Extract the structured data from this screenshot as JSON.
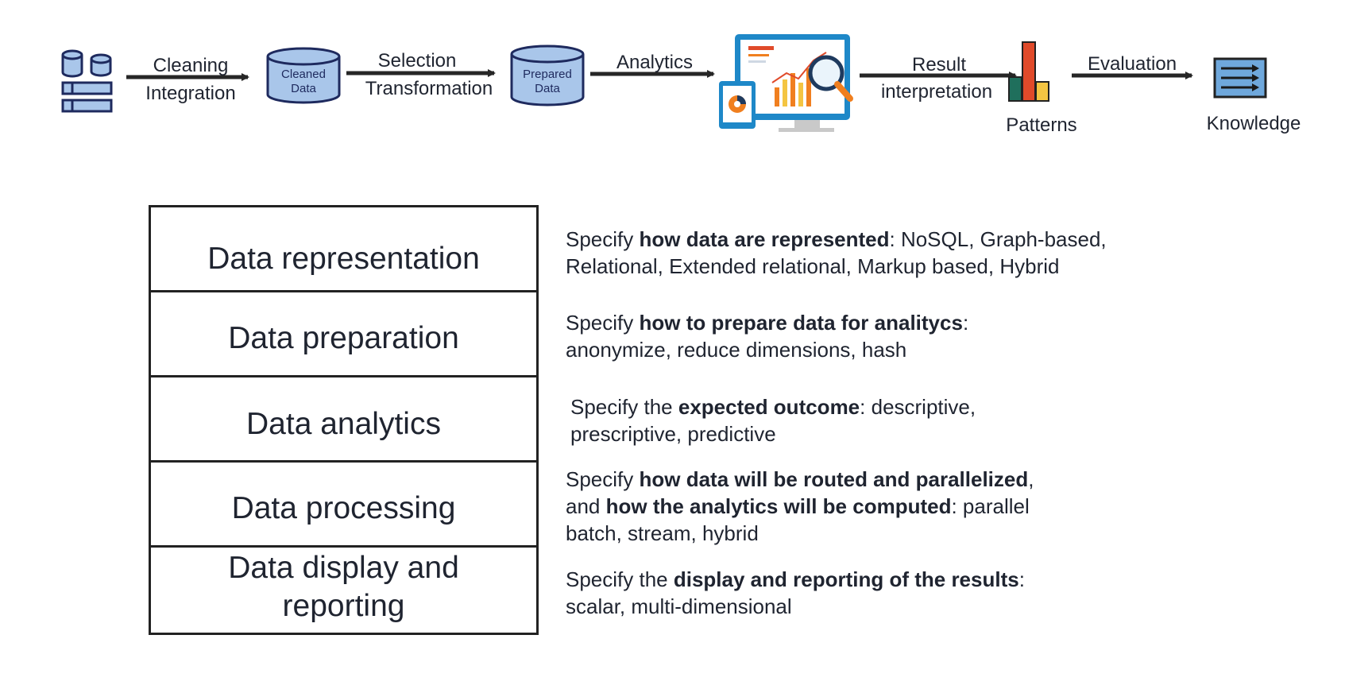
{
  "pipeline": {
    "steps": [
      {
        "label_top": "Cleaning",
        "label_bottom": "Integration"
      },
      {
        "label_top": "Selection",
        "label_bottom": "Transformation"
      },
      {
        "label_top": "Analytics",
        "label_bottom": ""
      },
      {
        "label_top": "Result",
        "label_bottom": "interpretation"
      },
      {
        "label_top": "Evaluation",
        "label_bottom": ""
      }
    ],
    "cleaned_db_text": [
      "Cleaned",
      "Data"
    ],
    "prepared_db_text": [
      "Prepared",
      "Data"
    ],
    "patterns_label": "Patterns",
    "knowledge_label": "Knowledge"
  },
  "layers": [
    {
      "name": "Data representation",
      "desc": [
        {
          "t": "Specify ",
          "b": false
        },
        {
          "t": "how data are represented",
          "b": true
        },
        {
          "t": ": NoSQL, Graph-based,",
          "b": false
        },
        {
          "br": true
        },
        {
          "t": "Relational, Extended relational, Markup based, Hybrid",
          "b": false
        }
      ]
    },
    {
      "name": "Data preparation",
      "desc": [
        {
          "t": "Specify ",
          "b": false
        },
        {
          "t": "how to prepare data for analitycs",
          "b": true
        },
        {
          "t": ":",
          "b": false
        },
        {
          "br": true
        },
        {
          "t": "anonymize, reduce dimensions, hash",
          "b": false
        }
      ]
    },
    {
      "name": "Data analytics",
      "desc": [
        {
          "t": "Specify the ",
          "b": false
        },
        {
          "t": "expected outcome",
          "b": true
        },
        {
          "t": ": descriptive,",
          "b": false
        },
        {
          "br": true
        },
        {
          "t": "prescriptive, predictive",
          "b": false
        }
      ]
    },
    {
      "name": "Data processing",
      "desc": [
        {
          "t": "Specify ",
          "b": false
        },
        {
          "t": "how data will be routed and parallelized",
          "b": true
        },
        {
          "t": ",",
          "b": false
        },
        {
          "br": true
        },
        {
          "t": "and ",
          "b": false
        },
        {
          "t": "how the analytics will be computed",
          "b": true
        },
        {
          "t": ": parallel",
          "b": false
        },
        {
          "br": true
        },
        {
          "t": "batch, stream, hybrid",
          "b": false
        }
      ]
    },
    {
      "name": "Data display and reporting",
      "desc": [
        {
          "t": "Specify the ",
          "b": false
        },
        {
          "t": "display and reporting of the results",
          "b": true
        },
        {
          "t": ":",
          "b": false
        },
        {
          "br": true
        },
        {
          "t": "scalar, multi-dimensional",
          "b": false
        }
      ]
    }
  ],
  "colors": {
    "db_fill": "#a9c6ea",
    "db_stroke": "#1e2a5e",
    "arrow": "#262626",
    "bar_orange": "#f07f1f",
    "bar_red": "#e04a2a",
    "bar_green": "#1f6f5c",
    "bar_yellow": "#f4c542",
    "monitor": "#1e88c8",
    "knowledge_fill": "#6fa8dc"
  },
  "icons": [
    "database-stack-icon",
    "cleaned-data-db-icon",
    "prepared-data-db-icon",
    "analytics-dashboard-icon",
    "patterns-bar-chart-icon",
    "knowledge-list-icon"
  ]
}
